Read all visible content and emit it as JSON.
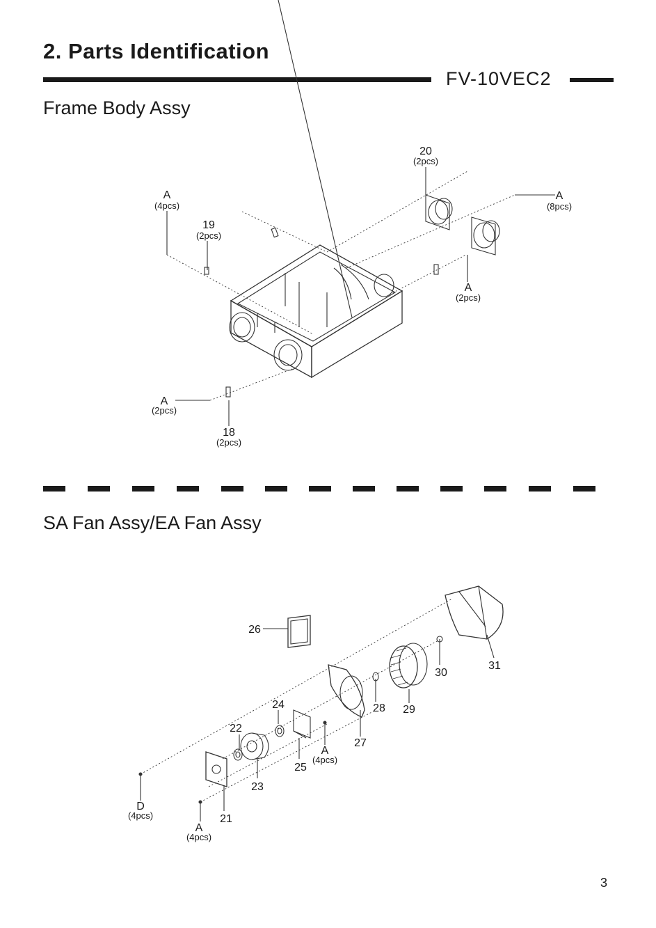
{
  "page": {
    "title": "2. Parts Identification",
    "model": "FV-10VEC2",
    "page_number": "3"
  },
  "sections": {
    "frame_body": {
      "heading": "Frame Body Assy",
      "callouts": {
        "p20": {
          "num": "20",
          "qty": "(2pcs)"
        },
        "a_left_top": {
          "num": "A",
          "qty": "(4pcs)"
        },
        "a_right_top": {
          "num": "A",
          "qty": "(8pcs)"
        },
        "p19": {
          "num": "19",
          "qty": "(2pcs)"
        },
        "a_right_mid": {
          "num": "A",
          "qty": "(2pcs)"
        },
        "a_left_bottom": {
          "num": "A",
          "qty": "(2pcs)"
        },
        "p18": {
          "num": "18",
          "qty": "(2pcs)"
        }
      }
    },
    "fan": {
      "heading": "SA Fan Assy/EA Fan Assy",
      "callouts": {
        "p26": "26",
        "p24": "24",
        "p22": "22",
        "p23": "23",
        "p25": "25",
        "pA": {
          "num": "A",
          "qty": "(4pcs)"
        },
        "p27": "27",
        "p28": "28",
        "p29": "29",
        "p30": "30",
        "p31": "31",
        "pD": {
          "num": "D",
          "qty": "(4pcs)"
        },
        "p21": "21",
        "pA2": {
          "num": "A",
          "qty": "(4pcs)"
        }
      }
    }
  }
}
